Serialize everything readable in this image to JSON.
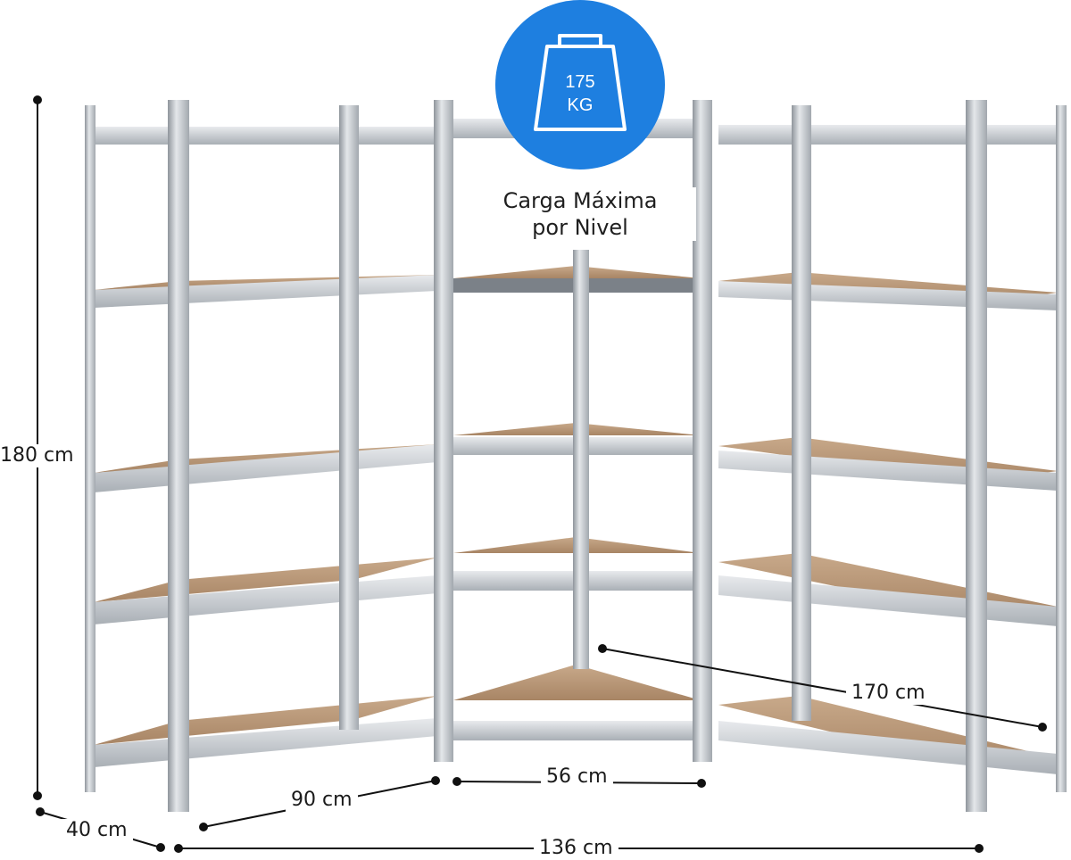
{
  "badge": {
    "weight_value": "175",
    "weight_unit": "KG",
    "caption_line1": "Carga Máxima",
    "caption_line2": "por Nivel",
    "color": "#1e7fe0",
    "icon": "weight-icon"
  },
  "dimensions": {
    "height": "180 cm",
    "depth": "40 cm",
    "shelf_width": "90 cm",
    "corner_width": "56 cm",
    "total_width": "136 cm",
    "right_length": "170 cm"
  },
  "colors": {
    "steel": "#c9cdd2",
    "steel_dark": "#9aa0a7",
    "board": "#b99a7c",
    "board_edge": "#a48464"
  }
}
